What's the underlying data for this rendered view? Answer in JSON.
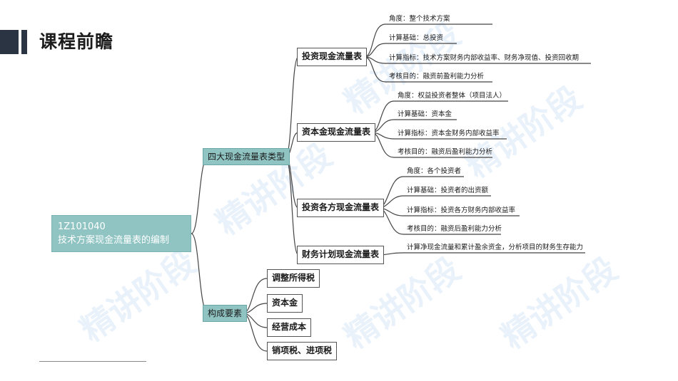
{
  "page": {
    "title": "课程前瞻"
  },
  "watermark": {
    "text": "精讲阶段"
  },
  "mindmap": {
    "root": {
      "line1": "1Z101040",
      "line2": "技术方案现金流量表的编制"
    },
    "types": {
      "label": "四大现金流量表类型",
      "children": [
        {
          "label": "投资现金流量表",
          "leaves": [
            "角度：整个技术方案",
            "计算基础：总投资",
            "计算指标：技术方案财务内部收益率、财务净现值、投资回收期",
            "考核目的：融资前盈利能力分析"
          ]
        },
        {
          "label": "资本金现金流量表",
          "leaves": [
            "角度：权益投资者整体（项目法人）",
            "计算基础：资本金",
            "计算指标：资本金财务内部收益率",
            "考核目的：融资后盈利能力分析"
          ]
        },
        {
          "label": "投资各方现金流量表",
          "leaves": [
            "角度：各个投资者",
            "计算基础：投资者的出资额",
            "计算指标：投资各方财务内部收益率",
            "考核目的：融资后盈利能力分析"
          ]
        },
        {
          "label": "财务计划现金流量表",
          "leaves": [
            "计算净现金流量和累计盈余资金，分析项目的财务生存能力"
          ]
        }
      ]
    },
    "elements": {
      "label": "构成要素",
      "children": [
        "调整所得税",
        "资本金",
        "经营成本",
        "销项税、进项税"
      ]
    }
  }
}
